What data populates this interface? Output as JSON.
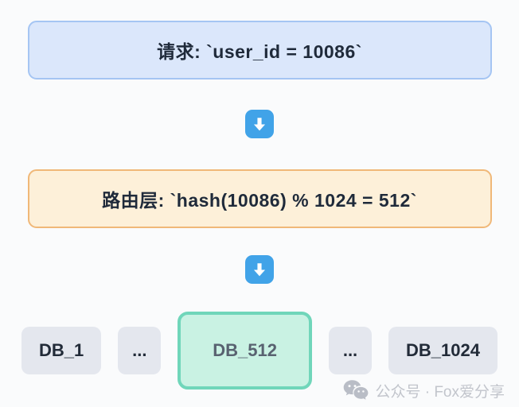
{
  "diagram": {
    "request_box": {
      "label": "请求: `user_id = 10086`"
    },
    "routing_box": {
      "label": "路由层: `hash(10086) % 1024 = 512`"
    },
    "arrows": {
      "icon": "down-arrow-icon",
      "color": "#41a3e8"
    },
    "db_nodes": [
      {
        "label": "DB_1",
        "highlighted": false
      },
      {
        "label": "...",
        "highlighted": false
      },
      {
        "label": "DB_512",
        "highlighted": true
      },
      {
        "label": "...",
        "highlighted": false
      },
      {
        "label": "DB_1024",
        "highlighted": false
      }
    ]
  },
  "watermark": {
    "icon": "wechat-icon",
    "text": "公众号 · Fox爱分享"
  },
  "colors": {
    "background": "#fafbfc",
    "request_fill": "#dbe7fb",
    "request_border": "#a5c5f3",
    "routing_fill": "#fdf0d9",
    "routing_border": "#f0b878",
    "node_fill": "#e4e7ee",
    "highlight_fill": "#c9f2e3",
    "highlight_border": "#70d6ba",
    "arrow_blue": "#41a3e8",
    "box_text": "#1f2a3a",
    "watermark_gray": "#c2c5cc"
  }
}
